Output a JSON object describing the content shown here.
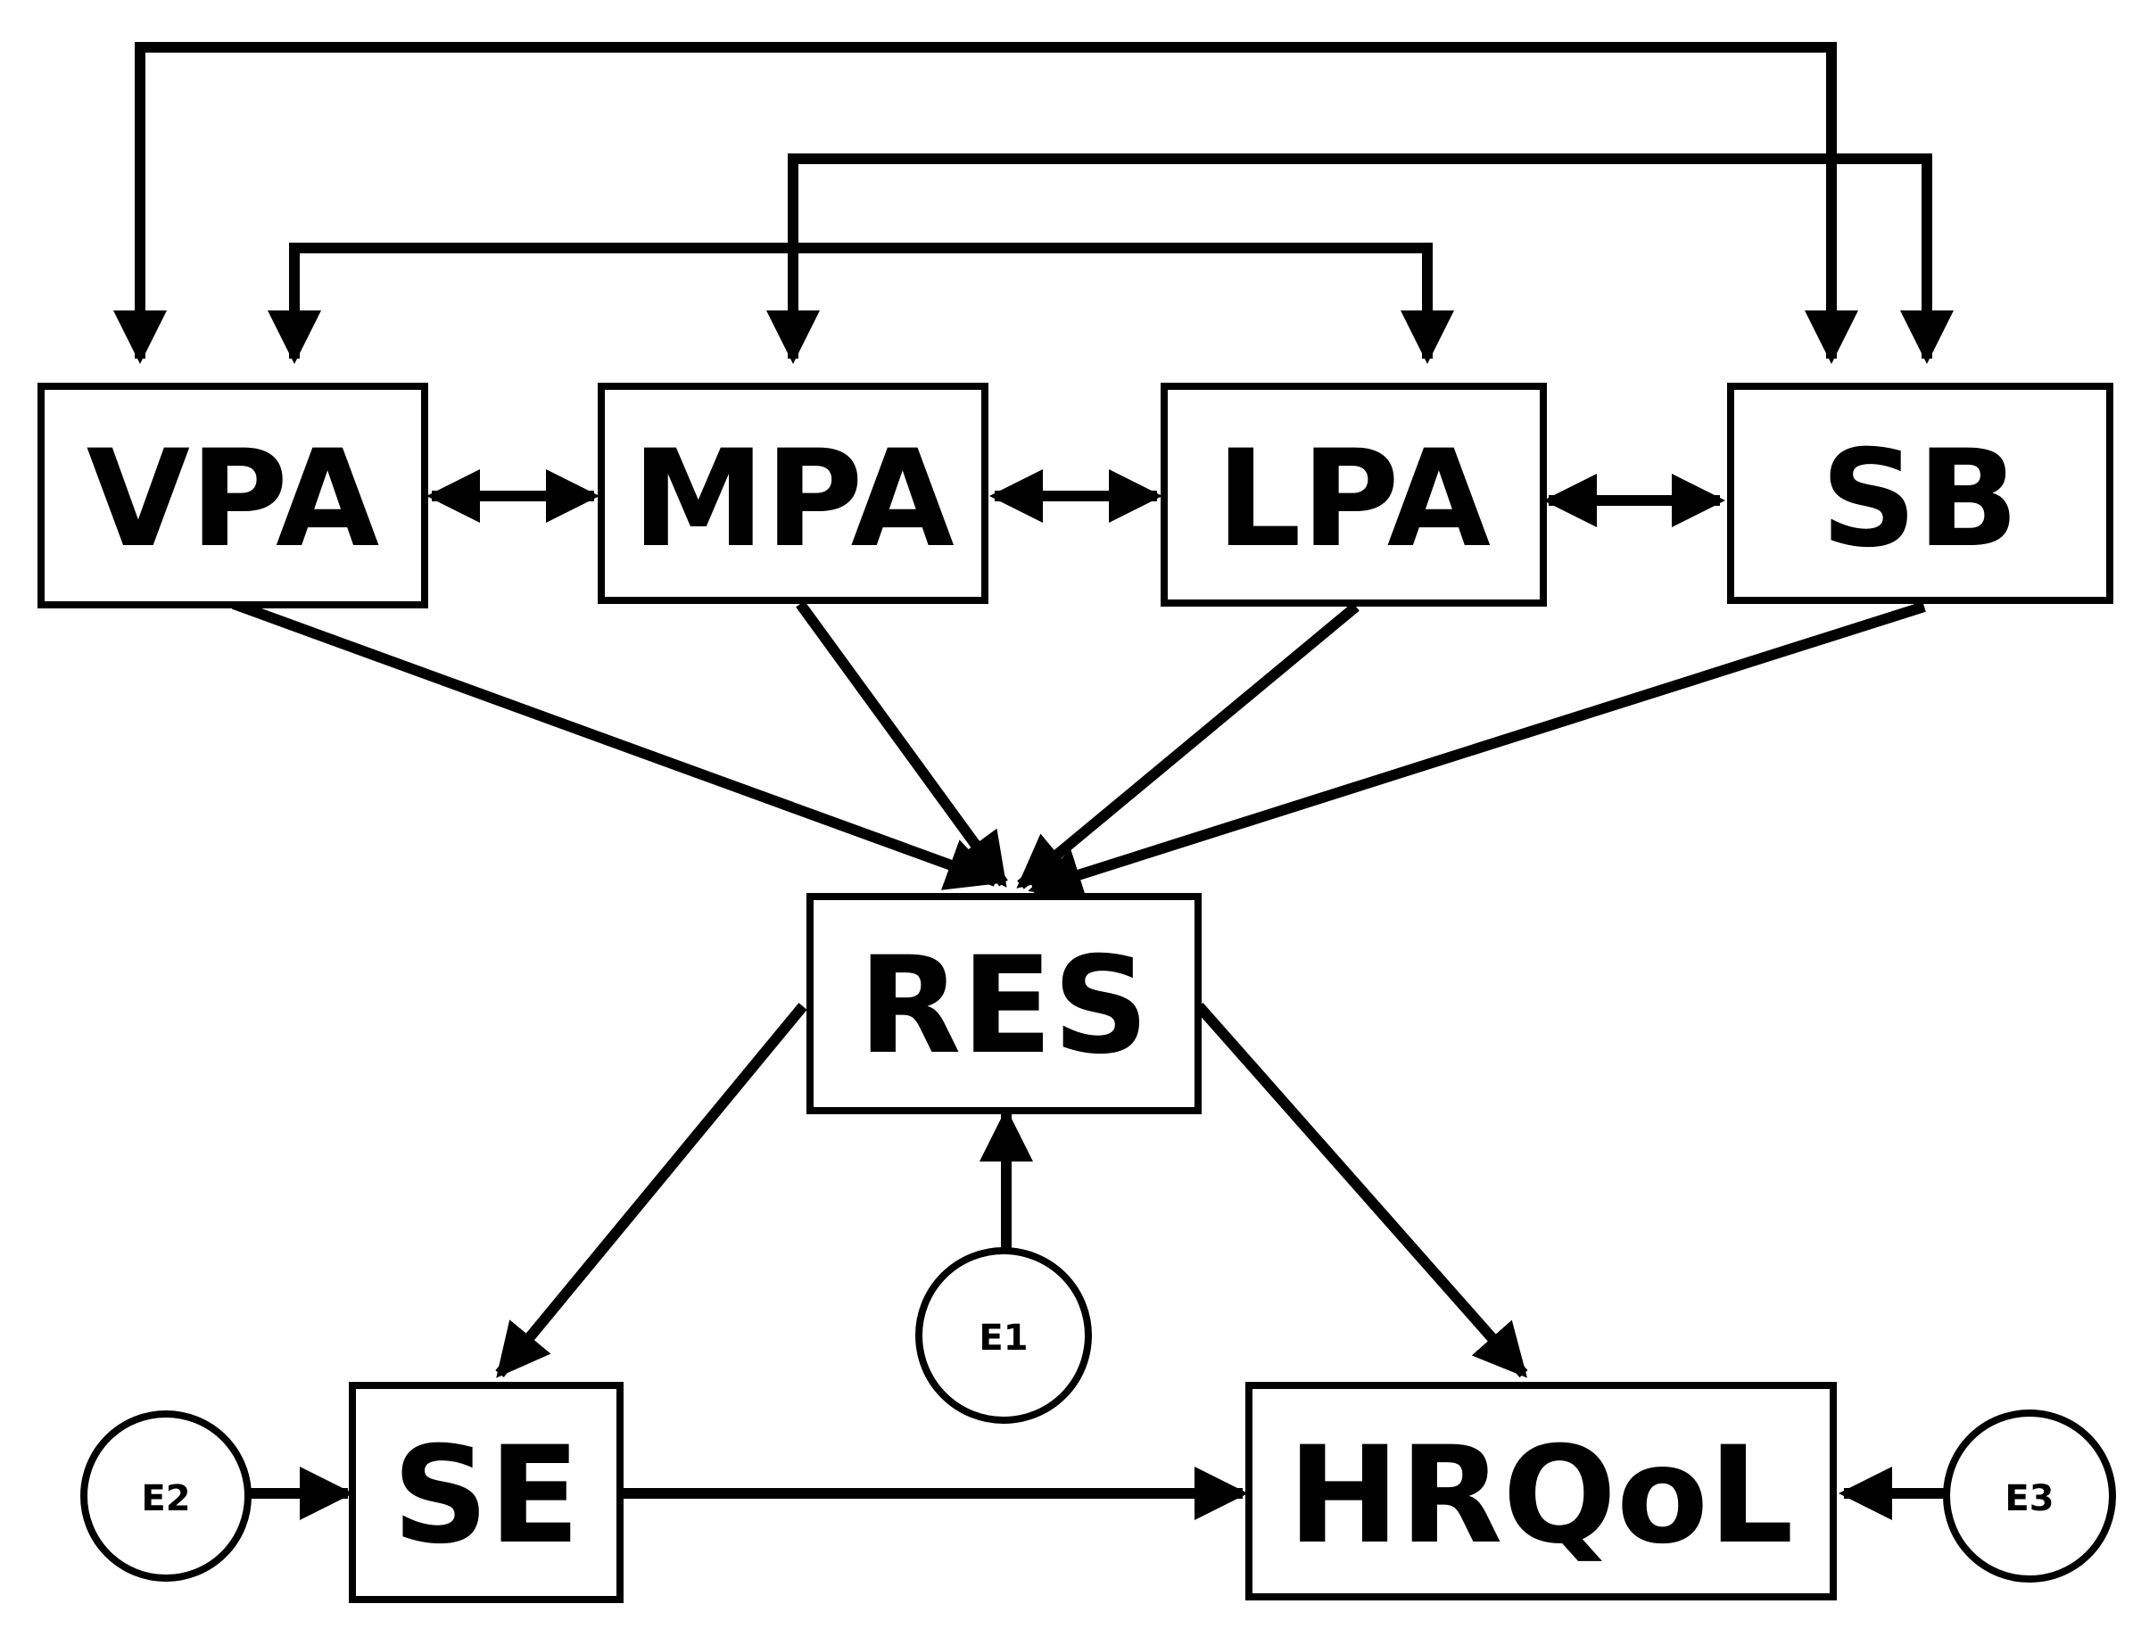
{
  "diagram": {
    "nodes": {
      "vpa": "VPA",
      "mpa": "MPA",
      "lpa": "LPA",
      "sb": "SB",
      "res": "RES",
      "se": "SE",
      "hrqol": "HRQoL",
      "e1": "E1",
      "e2": "E2",
      "e3": "E3"
    },
    "edges": [
      {
        "from": "VPA",
        "to": "MPA",
        "type": "bidirectional"
      },
      {
        "from": "MPA",
        "to": "LPA",
        "type": "bidirectional"
      },
      {
        "from": "LPA",
        "to": "SB",
        "type": "bidirectional"
      },
      {
        "from": "VPA",
        "to": "SB",
        "type": "bidirectional"
      },
      {
        "from": "MPA",
        "to": "SB",
        "type": "bidirectional"
      },
      {
        "from": "VPA",
        "to": "LPA",
        "type": "bidirectional"
      },
      {
        "from": "VPA",
        "to": "RES",
        "type": "directed"
      },
      {
        "from": "MPA",
        "to": "RES",
        "type": "directed"
      },
      {
        "from": "LPA",
        "to": "RES",
        "type": "directed"
      },
      {
        "from": "SB",
        "to": "RES",
        "type": "directed"
      },
      {
        "from": "RES",
        "to": "SE",
        "type": "directed"
      },
      {
        "from": "RES",
        "to": "HRQoL",
        "type": "directed"
      },
      {
        "from": "SE",
        "to": "HRQoL",
        "type": "directed"
      },
      {
        "from": "E1",
        "to": "RES",
        "type": "directed"
      },
      {
        "from": "E2",
        "to": "SE",
        "type": "directed"
      },
      {
        "from": "E3",
        "to": "HRQoL",
        "type": "directed"
      }
    ]
  }
}
